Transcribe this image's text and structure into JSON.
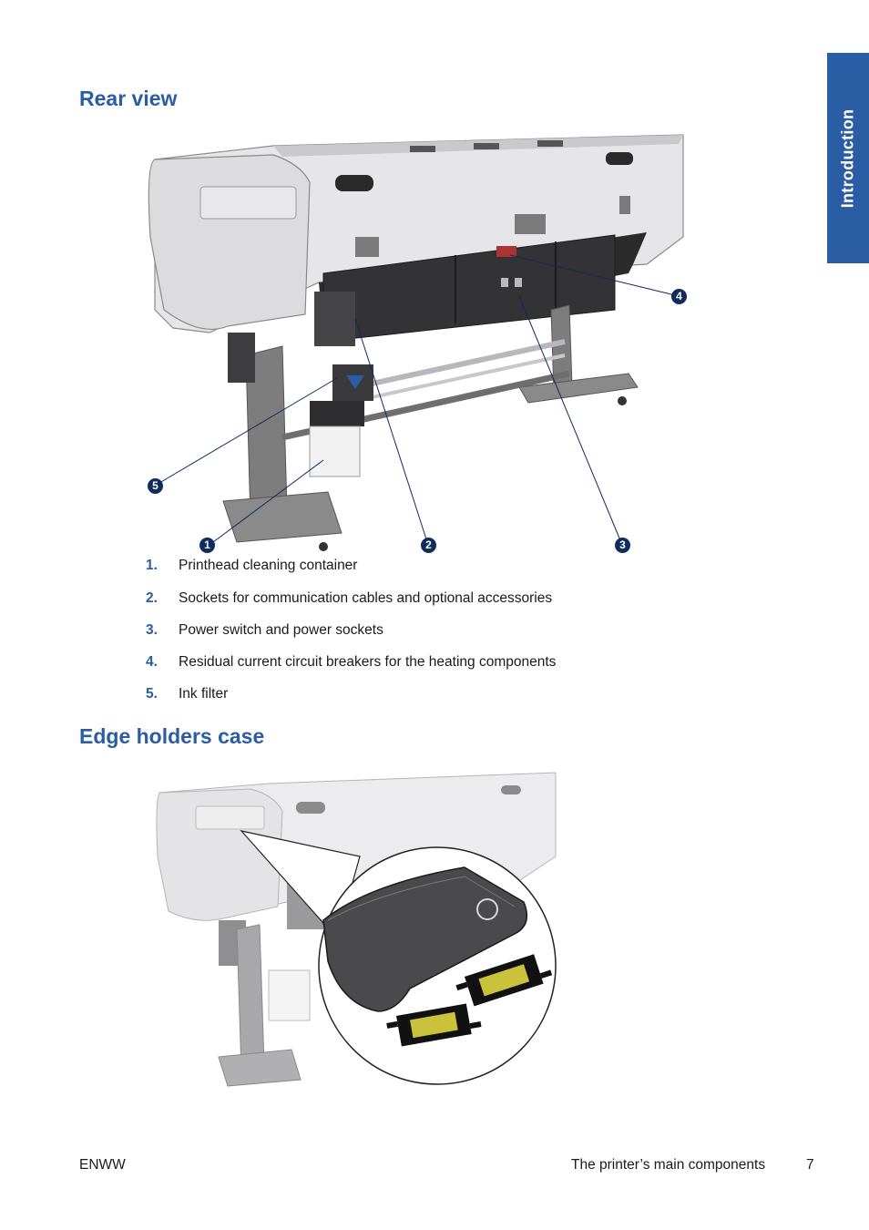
{
  "side_tab": {
    "label": "Introduction"
  },
  "rear_view": {
    "title": "Rear view",
    "callouts": [
      "1",
      "2",
      "3",
      "4",
      "5"
    ],
    "items": [
      {
        "num": "1.",
        "text": "Printhead cleaning container"
      },
      {
        "num": "2.",
        "text": "Sockets for communication cables and optional accessories"
      },
      {
        "num": "3.",
        "text": "Power switch and power sockets"
      },
      {
        "num": "4.",
        "text": "Residual current circuit breakers for the heating components"
      },
      {
        "num": "5.",
        "text": "Ink filter"
      }
    ]
  },
  "edge_holders": {
    "title": "Edge holders case"
  },
  "footer": {
    "left": "ENWW",
    "section": "The printer’s main components",
    "page": "7"
  },
  "colors": {
    "accent": "#2a5da3",
    "callout": "#0f2c5c"
  }
}
